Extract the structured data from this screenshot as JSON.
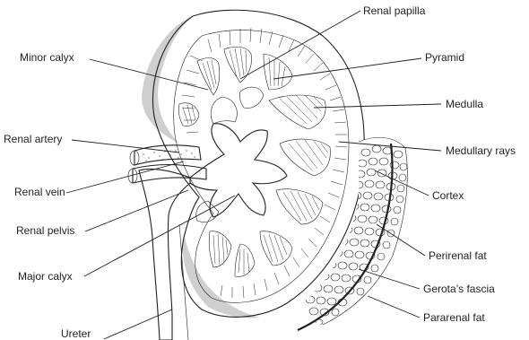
{
  "labels": {
    "renal_papilla": "Renal papilla",
    "minor_calyx": "Minor calyx",
    "pyramid": "Pyramid",
    "medulla": "Medulla",
    "renal_artery": "Renal artery",
    "medullary_rays": "Medullary rays",
    "renal_vein": "Renal vein",
    "cortex": "Cortex",
    "renal_pelvis": "Renal pelvis",
    "perirenal_fat": "Perirenal fat",
    "major_calyx": "Major calyx",
    "gerotas_fascia": "Gerota’s fascia",
    "pararenal_fat": "Pararenal fat",
    "ureter": "Ureter"
  },
  "colors": {
    "line": "#231f20",
    "capsule_shade": "#cfcfcf",
    "background": "#ffffff"
  }
}
